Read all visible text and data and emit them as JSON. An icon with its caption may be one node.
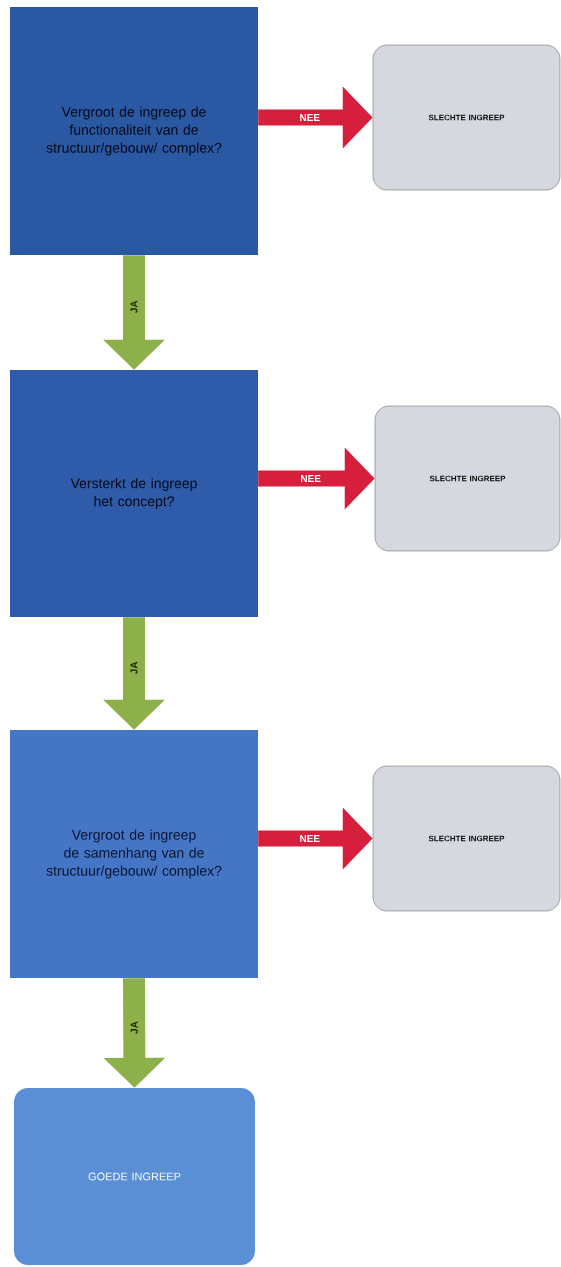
{
  "diagram": {
    "nodes": [
      {
        "text": [
          "Vergroot de ingreep de functionaliteit van de structuur/gebouw/ complex?"
        ]
      },
      {
        "text": [
          "SLECHTE INGREEP"
        ]
      },
      {
        "text": [
          "Versterkt de ingreep het concept?"
        ]
      },
      {
        "text": [
          "SLECHTE INGREEP"
        ]
      },
      {
        "text": [
          "Vergroot de ingreep de samenhang van de structuur/gebouw/ complex?"
        ]
      },
      {
        "text": [
          "SLECHTE INGREEP"
        ]
      },
      {
        "text": [
          "GOEDE INGREEP"
        ]
      }
    ],
    "edges": [
      {
        "from": 0,
        "to": 1,
        "arrow": "to",
        "label": "NEE",
        "color": "#d61f3c"
      },
      {
        "from": 0,
        "to": 2,
        "arrow": "to",
        "label": "JA",
        "color": "#8db04a"
      },
      {
        "from": 2,
        "to": 3,
        "arrow": "to",
        "label": "NEE",
        "color": "#d61f3c"
      },
      {
        "from": 2,
        "to": 4,
        "arrow": "to",
        "label": "JA",
        "color": "#8db04a"
      },
      {
        "from": 4,
        "to": 5,
        "arrow": "to",
        "label": "NEE",
        "color": "#d61f3c"
      },
      {
        "from": 4,
        "to": 6,
        "arrow": "to",
        "label": "JA",
        "color": "#8db04a"
      }
    ]
  }
}
